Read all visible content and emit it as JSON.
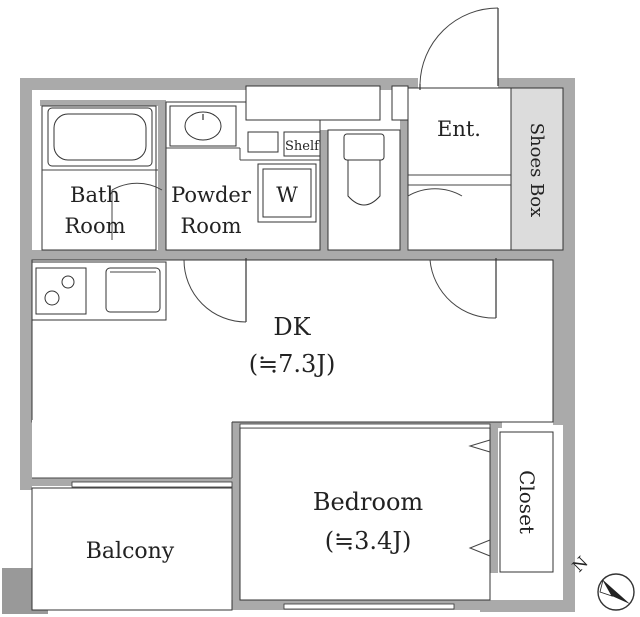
{
  "rooms": {
    "bath_line1": "Bath",
    "bath_line2": "Room",
    "powder_line1": "Powder",
    "powder_line2": "Room",
    "washer": "W",
    "shelf": "Shelf",
    "entrance": "Ent.",
    "shoes_box": "Shoes Box",
    "dk": "DK",
    "dk_size": "(≒7.3J)",
    "bedroom": "Bedroom",
    "bedroom_size": "(≒3.4J)",
    "closet": "Closet",
    "balcony": "Balcony"
  },
  "compass": {
    "label": "N"
  }
}
